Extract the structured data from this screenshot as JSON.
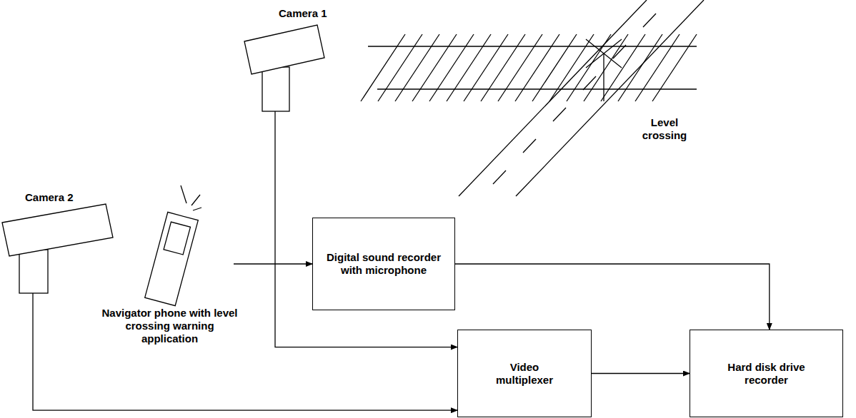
{
  "diagram": {
    "nodes": [
      {
        "text": [
          "Camera 1"
        ]
      },
      {
        "text": [
          "Camera 2"
        ]
      },
      {
        "text": [
          "Navigator phone with level crossing warning application"
        ]
      },
      {
        "text": [
          "Digital sound recorder with microphone"
        ]
      },
      {
        "text": [
          "Video multiplexer"
        ]
      },
      {
        "text": [
          "Hard disk drive recorder"
        ]
      }
    ],
    "edges": [
      {
        "from": 0,
        "to": 4,
        "arrow": "to"
      },
      {
        "from": 1,
        "to": 4,
        "arrow": "to"
      },
      {
        "from": 2,
        "to": 3,
        "arrow": "to"
      },
      {
        "from": 3,
        "to": 5,
        "arrow": "to"
      },
      {
        "from": 4,
        "to": 5,
        "arrow": "to"
      }
    ],
    "labels": [
      "Level crossing"
    ]
  }
}
